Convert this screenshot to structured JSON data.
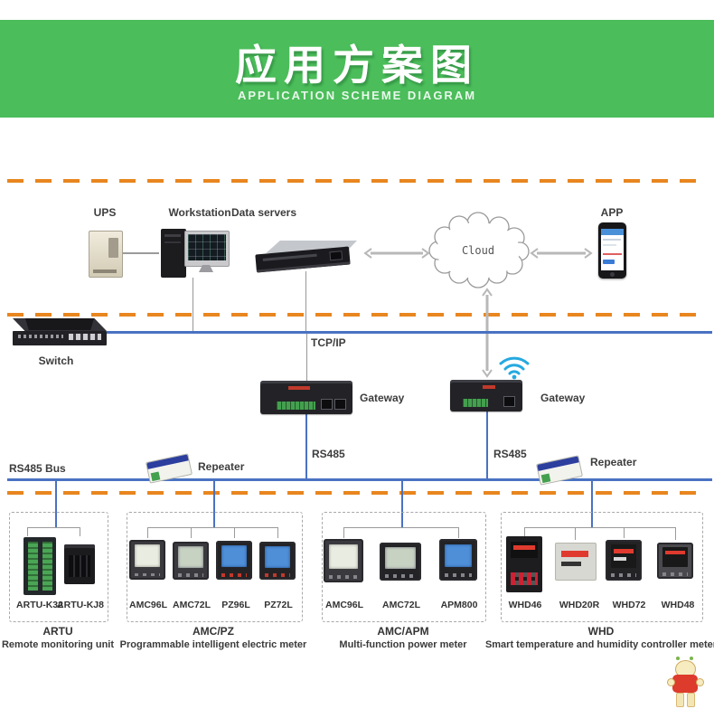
{
  "header": {
    "title": "应用方案图",
    "subtitle": "APPLICATION SCHEME DIAGRAM",
    "banner_color": "#4bbd5a"
  },
  "top_row": {
    "ups_label": "UPS",
    "workstation_label": "Workstation",
    "data_servers_label": "Data servers",
    "cloud_label": "Cloud",
    "app_label": "APP"
  },
  "network": {
    "switch_label": "Switch",
    "tcpip_label": "TCP/IP",
    "gateway_left_label": "Gateway",
    "gateway_right_label": "Gateway",
    "rs485_left_label": "RS485",
    "rs485_right_label": "RS485",
    "rs485_bus_label": "RS485 Bus",
    "repeater_left_label": "Repeater",
    "repeater_right_label": "Repeater"
  },
  "colors": {
    "dash_orange": "#e8861f",
    "bus_blue": "#4a72c2",
    "wifi_blue": "#25a9e0",
    "terminal_green": "#44a04f"
  },
  "groups": [
    {
      "name": "ARTU",
      "caption": "Remote monitoring unit",
      "devices": [
        "ARTU-K32",
        "ARTU-KJ8"
      ]
    },
    {
      "name": "AMC/PZ",
      "caption": "Programmable intelligent electric meter",
      "devices": [
        "AMC96L",
        "AMC72L",
        "PZ96L",
        "PZ72L"
      ]
    },
    {
      "name": "AMC/APM",
      "caption": "Multi-function power meter",
      "devices": [
        "AMC96L",
        "AMC72L",
        "APM800"
      ]
    },
    {
      "name": "WHD",
      "caption": "Smart temperature and humidity controller meter",
      "devices": [
        "WHD46",
        "WHD20R",
        "WHD72",
        "WHD48"
      ]
    }
  ]
}
